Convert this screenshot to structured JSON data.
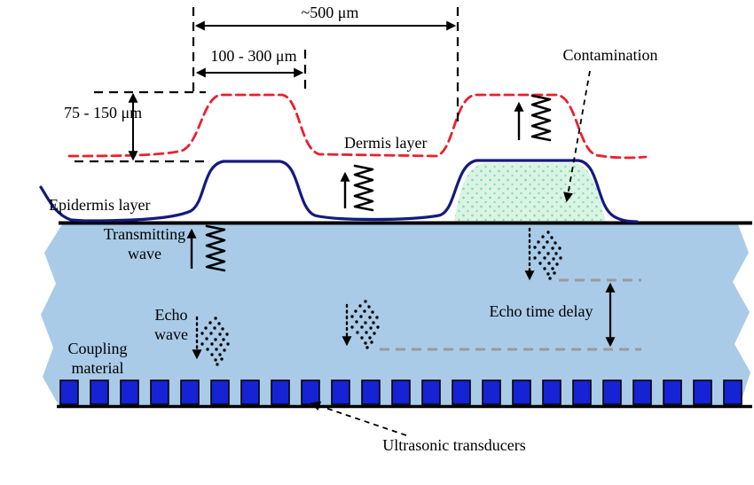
{
  "figure": {
    "dimensions": {
      "pitch": "~500 μm",
      "ridge_width": "100 - 300 μm",
      "ridge_height": "75 - 150 μm"
    },
    "layers": {
      "dermis": "Dermis layer",
      "epidermis": "Epidermis layer"
    },
    "annotations": {
      "contamination": "Contamination",
      "transmitting_wave": [
        "Transmitting",
        "wave"
      ],
      "echo_wave": [
        "Echo",
        "wave"
      ],
      "echo_time_delay": "Echo time delay",
      "coupling_material": [
        "Coupling",
        "material"
      ],
      "ultrasonic_transducers": "Ultrasonic transducers"
    },
    "colors": {
      "dermis": "#e8212e",
      "epidermis": "#141a7e",
      "coupling": "#a9cbe7",
      "transducer": "#1523d4",
      "contamination_fill": "#daf4e4",
      "contamination_speckle": "#8cd8b0",
      "delay_line": "#9a9a9a",
      "ink": "#000000"
    }
  }
}
